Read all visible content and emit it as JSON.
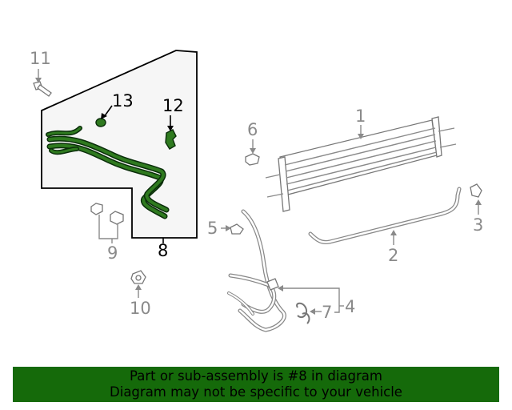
{
  "callouts": {
    "c1": "1",
    "c2": "2",
    "c3": "3",
    "c4": "4",
    "c5": "5",
    "c6": "6",
    "c7": "7",
    "c8": "8",
    "c9": "9",
    "c10": "10",
    "c11": "11",
    "c12": "12",
    "c13": "13"
  },
  "banner": {
    "line1": "Part or sub-assembly is #8 in diagram",
    "line2": "Diagram may not be specific to your vehicle"
  },
  "colors": {
    "highlight_part": "#2f7a1f",
    "banner_bg": "#156a0a",
    "callout_gray": "#8a8a8a"
  }
}
